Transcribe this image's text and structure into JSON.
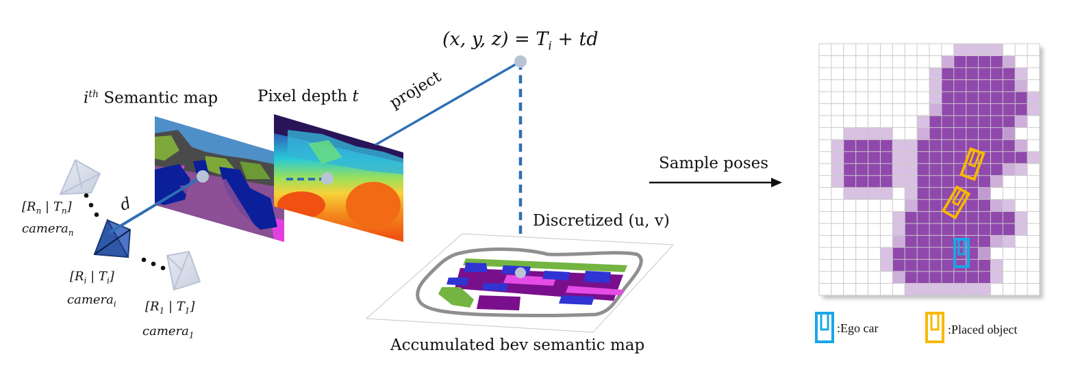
{
  "labels": {
    "semantic_map_sup": "th",
    "semantic_map_var": "i",
    "semantic_map_text": "Semantic map",
    "pixel_depth_text": "Pixel depth",
    "pixel_depth_var": "t",
    "project": "project",
    "d_label": "d",
    "equation": "(x, y, z) = T",
    "equation_sub": "i",
    "equation_tail": " + td",
    "discretized": "Discretized (u, v)",
    "accumulated": "Accumulated bev semantic map",
    "sample_poses": "Sample poses"
  },
  "cameras": {
    "n_pose": "[R",
    "n_sub": "n",
    "n_mid": " | T",
    "n_sub2": "n",
    "n_close": "]",
    "n_name": "camera",
    "n_name_sub": "n",
    "i_pose": "[R",
    "i_sub": "i",
    "i_mid": " | T",
    "i_sub2": "i",
    "i_close": "]",
    "i_name": "camera",
    "i_name_sub": "i",
    "one_pose": "[R",
    "one_sub": "1",
    "one_mid": " | T",
    "one_sub2": "1",
    "one_close": "]",
    "one_name": "camera",
    "one_name_sub": "1"
  },
  "legend": {
    "ego_car": ":Ego car",
    "placed_object": ":Placed object",
    "ego_color": "#1aa7e6",
    "placed_color": "#f6b800"
  },
  "colors": {
    "ray": "#2e6fb5",
    "bev_purple": "#7a1f96",
    "grid_purple": "#8a3ea8"
  }
}
